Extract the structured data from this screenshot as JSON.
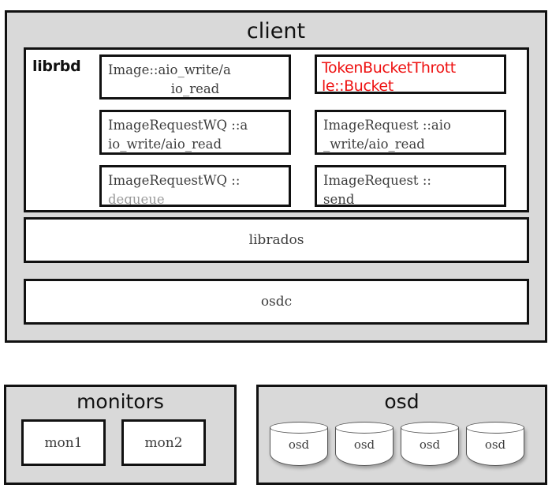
{
  "diagram": {
    "client": {
      "title": "client",
      "librbd": {
        "label": "librbd",
        "boxes": [
          {
            "id": "image-aio",
            "line1": "Image::aio_write/a",
            "line2": "io_read",
            "style": "serif-gray",
            "align2": "center"
          },
          {
            "id": "imagerequestwq-aio",
            "line1": "ImageRequestWQ ::a",
            "line2": "io_write/aio_read",
            "style": "serif-gray",
            "align2": "left"
          },
          {
            "id": "imagerequestwq-dequeue",
            "line1": "ImageRequestWQ ::",
            "line2": "dequeue",
            "style": "serif-gray",
            "align2": "left",
            "line2_dim": true
          },
          {
            "id": "tokenbucketthrottle-bucket",
            "line1": "TokenBucketThrott",
            "line2": "le::Bucket",
            "style": "sans-red",
            "align2": "left"
          },
          {
            "id": "imagerequest-aio",
            "line1": "ImageRequest ::aio",
            "line2": "_write/aio_read",
            "style": "serif-gray",
            "align2": "left"
          },
          {
            "id": "imagerequest-send",
            "line1": "ImageRequest ::",
            "line2": "send",
            "style": "serif-gray",
            "align2": "left"
          }
        ]
      },
      "librados_label": "librados",
      "osdc_label": "osdc"
    },
    "monitors": {
      "title": "monitors",
      "nodes": [
        "mon1",
        "mon2"
      ]
    },
    "osd": {
      "title": "osd",
      "nodes": [
        "osd",
        "osd",
        "osd",
        "osd"
      ]
    }
  },
  "colors": {
    "panel_fill": "#d9d9d9",
    "box_fill": "#ffffff",
    "border": "#111111",
    "text": "#3d3d3d",
    "accent_red": "#ee1111",
    "dim_text": "#9a9a9a"
  }
}
